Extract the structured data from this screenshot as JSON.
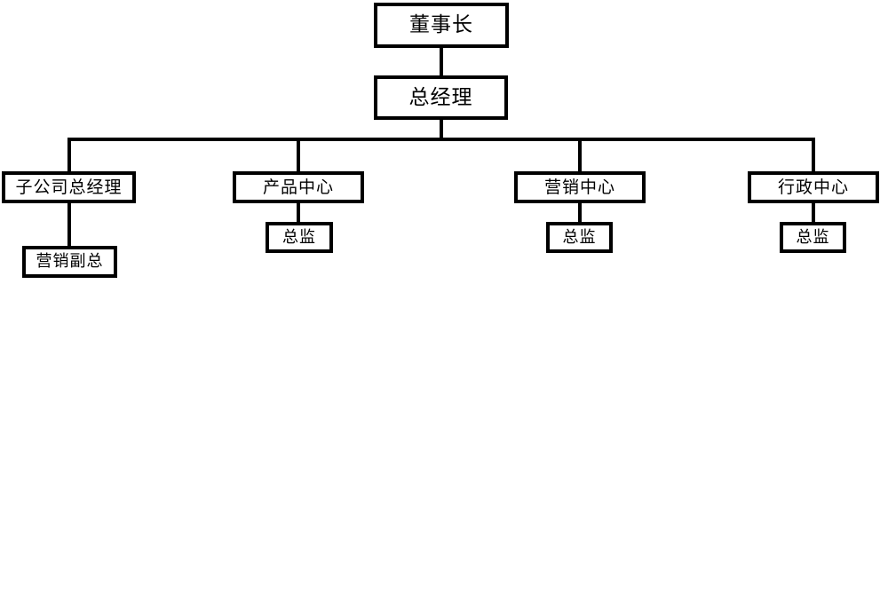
{
  "chart_data": {
    "type": "diagram",
    "diagram_type": "organization-chart",
    "title": "",
    "orientation": "top-down",
    "background_color": "#ffffff",
    "line_color": "#000000",
    "text_color": "#000000",
    "levels": 4,
    "nodes": [
      {
        "id": "chairman",
        "label": "董事长",
        "level": 1,
        "parent": null
      },
      {
        "id": "gm",
        "label": "总经理",
        "level": 2,
        "parent": "chairman"
      },
      {
        "id": "sub-gm",
        "label": "子公司总经理",
        "level": 3,
        "parent": "gm"
      },
      {
        "id": "product",
        "label": "产品中心",
        "level": 3,
        "parent": "gm"
      },
      {
        "id": "sales",
        "label": "营销中心",
        "level": 3,
        "parent": "gm"
      },
      {
        "id": "admin",
        "label": "行政中心",
        "level": 3,
        "parent": "gm"
      },
      {
        "id": "vp-sales",
        "label": "营销副总",
        "level": 4,
        "parent": "sub-gm"
      },
      {
        "id": "product-dir",
        "label": "总监",
        "level": 4,
        "parent": "product"
      },
      {
        "id": "sales-dir",
        "label": "总监",
        "level": 4,
        "parent": "sales"
      },
      {
        "id": "admin-dir",
        "label": "总监",
        "level": 4,
        "parent": "admin"
      }
    ],
    "edges": [
      {
        "from": "chairman",
        "to": "gm"
      },
      {
        "from": "gm",
        "to": "sub-gm"
      },
      {
        "from": "gm",
        "to": "product"
      },
      {
        "from": "gm",
        "to": "sales"
      },
      {
        "from": "gm",
        "to": "admin"
      },
      {
        "from": "sub-gm",
        "to": "vp-sales"
      },
      {
        "from": "product",
        "to": "product-dir"
      },
      {
        "from": "sales",
        "to": "sales-dir"
      },
      {
        "from": "admin",
        "to": "admin-dir"
      }
    ]
  },
  "chart": {
    "nodes": {
      "chairman": {
        "label": "董事长"
      },
      "gm": {
        "label": "总经理"
      },
      "sub_gm": {
        "label": "子公司总经理"
      },
      "product": {
        "label": "产品中心"
      },
      "sales": {
        "label": "营销中心"
      },
      "admin": {
        "label": "行政中心"
      },
      "vp_sales": {
        "label": "营销副总"
      },
      "product_dir": {
        "label": "总监"
      },
      "sales_dir": {
        "label": "总监"
      },
      "admin_dir": {
        "label": "总监"
      }
    }
  }
}
